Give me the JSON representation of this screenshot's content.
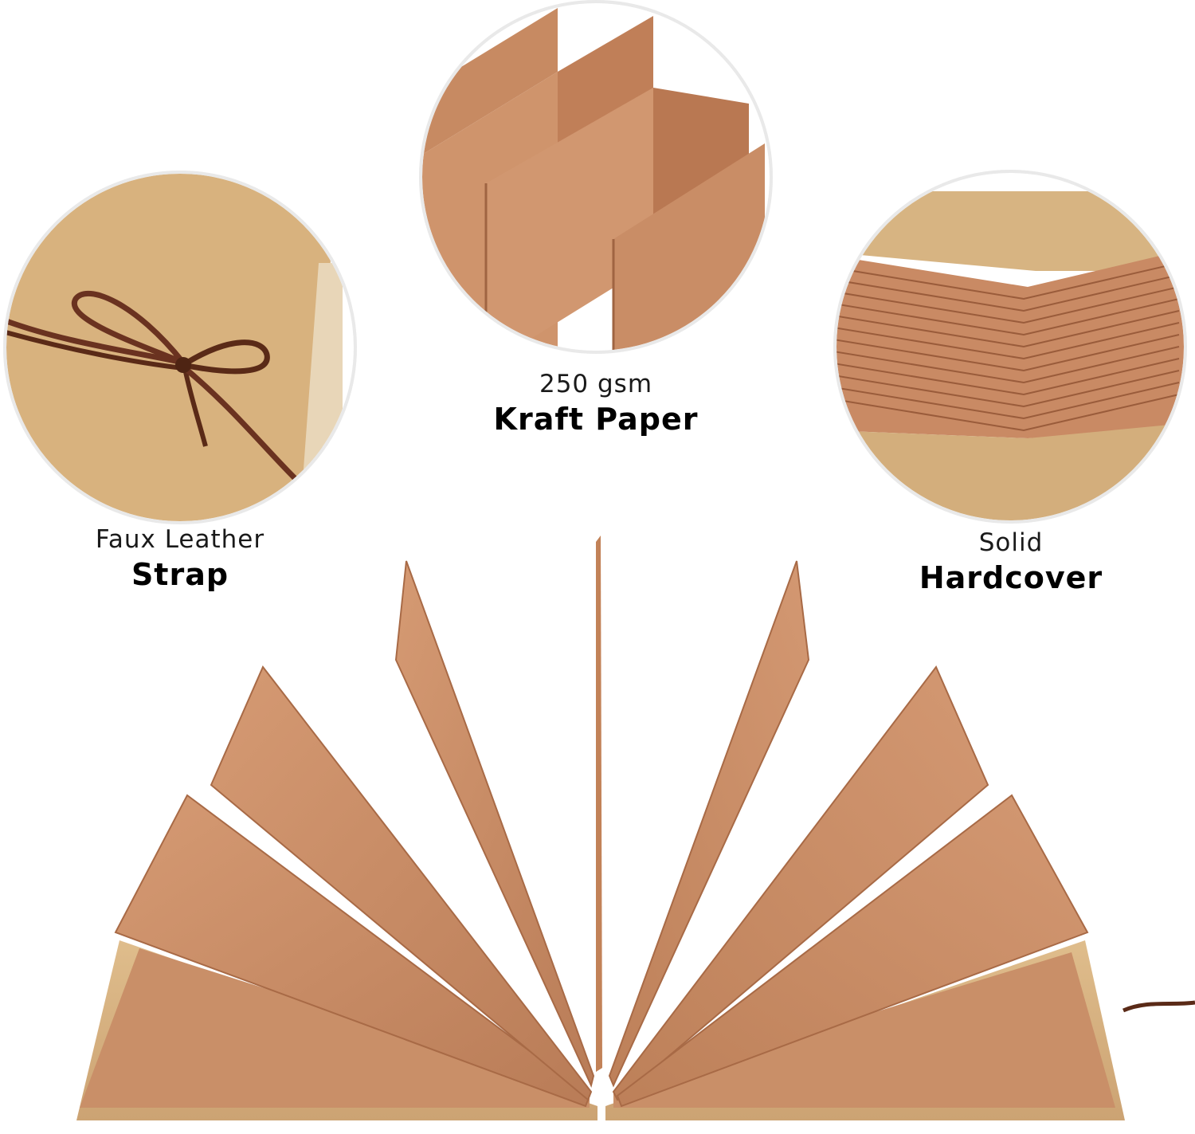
{
  "features": {
    "strap": {
      "sub": "Faux Leather",
      "main": "Strap"
    },
    "kraft": {
      "sub": "250 gsm",
      "main": "Kraft Paper"
    },
    "hardcover": {
      "sub": "Solid",
      "main": "Hardcover"
    }
  },
  "colors": {
    "kraft_page": "#c88a63",
    "kraft_cover": "#d6b07e",
    "strap": "#5a2a17",
    "circle_border": "#eeeeee",
    "background": "#ffffff"
  },
  "icons": [
    "strap-closeup-image",
    "accordion-pages-image",
    "hardcover-stack-image",
    "open-album-image"
  ]
}
